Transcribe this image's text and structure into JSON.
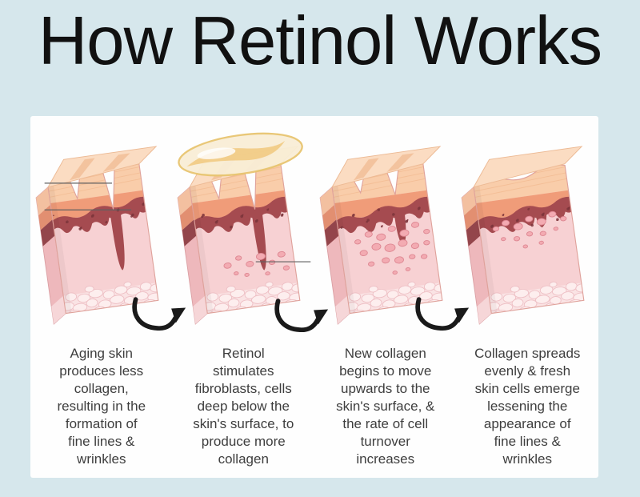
{
  "title": "How Retinol Works",
  "colors": {
    "background": "#d6e7ec",
    "panel": "#fefefe",
    "title_text": "#111111",
    "caption_text": "#3e3e3e",
    "arrow": "#1a1a1a",
    "skin": {
      "epidermis": "#f9cdaa",
      "epidermis_top_surface": "#fbdcc2",
      "upper_dermis": "#f09c79",
      "dermal_junction": "#a54b50",
      "junction_speckle": "#7d353b",
      "dermis": "#f7d1d3",
      "side_face": "#eeb8bc",
      "fat_cell_zone": "#fae3e4",
      "fat_cell": "#fdeeee",
      "fat_cell_outline": "#eec0c5",
      "collagen_dot": "#f3abb2",
      "collagen_dot_outline": "#de8893",
      "groove_shading": "#f2c09a",
      "outline": "#dfa29b",
      "serum": "#f9eed6",
      "serum_swirl": "#f1c87e",
      "serum_outline": "#e8c570",
      "pointer_line": "#606060"
    }
  },
  "stages": [
    {
      "id": "aging-skin",
      "caption": "Aging skin\nproduces less\ncollagen,\nresulting in the\nformation of\nfine lines &\nwrinkles",
      "illustration": {
        "name": "aging-skin-cross-section",
        "wrinkles": "deep",
        "serum_applied": false,
        "collagen_dots": "none",
        "pointer_lines": [
          "wrinkle",
          "dermal-junction"
        ]
      }
    },
    {
      "id": "retinol-applied",
      "caption": "Retinol\nstimulates\nfibroblasts, cells\ndeep below the\nskin's surface, to\nproduce more\ncollagen",
      "illustration": {
        "name": "retinol-applied-cross-section",
        "wrinkles": "deep",
        "serum_applied": true,
        "collagen_dots": "lower",
        "pointer_lines": [
          "new-collagen"
        ]
      }
    },
    {
      "id": "collagen-moving-up",
      "caption": "New collagen\nbegins to move\nupwards to the\nskin's surface, &\nthe rate of cell\nturnover\nincreases",
      "illustration": {
        "name": "collagen-rising-cross-section",
        "wrinkles": "medium",
        "serum_applied": false,
        "collagen_dots": "middle",
        "pointer_lines": []
      }
    },
    {
      "id": "smooth-skin",
      "caption": "Collagen spreads\nevenly & fresh\nskin cells emerge\nlessening the\nappearance of\nfine lines &\nwrinkles",
      "illustration": {
        "name": "smooth-skin-cross-section",
        "wrinkles": "smooth",
        "serum_applied": false,
        "collagen_dots": "upper",
        "pointer_lines": []
      }
    }
  ],
  "arrows": [
    {
      "name": "curved-arrow-icon"
    },
    {
      "name": "curved-arrow-icon"
    },
    {
      "name": "curved-arrow-icon"
    }
  ]
}
